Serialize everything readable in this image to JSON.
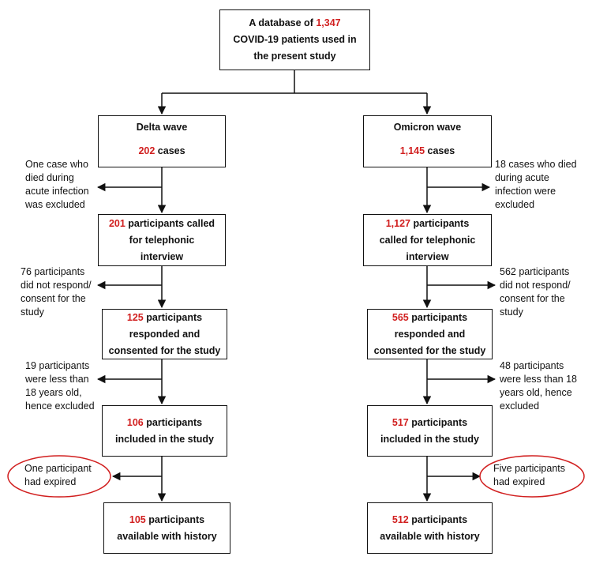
{
  "colors": {
    "highlight": "#d11f1f",
    "line": "#111111",
    "ellipse": "#d11f1f"
  },
  "top": {
    "pre": "A database of ",
    "num": "1,347",
    "line2": "COVID-19 patients used in",
    "line3": "the present study"
  },
  "delta": {
    "head": {
      "title": "Delta wave",
      "num": "202",
      "suffix": " cases"
    },
    "called": {
      "num": "201",
      "l1": " participants called",
      "l2": "for telephonic",
      "l3": "interview"
    },
    "responded": {
      "num": "125",
      "l1": " participants",
      "l2": "responded and",
      "l3": "consented for the study"
    },
    "included": {
      "num": "106",
      "l1": " participants",
      "l2": "included in the study"
    },
    "available": {
      "num": "105",
      "l1": " participants",
      "l2": "available with history"
    },
    "excl1": [
      "One case who",
      "died during",
      "acute infection",
      "was excluded"
    ],
    "excl2": [
      "76 participants",
      "did not respond/",
      "consent for the",
      "study"
    ],
    "excl3": [
      "19 participants",
      "were less than",
      "18 years old,",
      "hence excluded"
    ],
    "excl4": [
      "One participant",
      "had expired"
    ]
  },
  "omicron": {
    "head": {
      "title": "Omicron wave",
      "num": "1,145",
      "suffix": " cases"
    },
    "called": {
      "num": "1,127",
      "l1": " participants",
      "l2": "called for telephonic",
      "l3": "interview"
    },
    "responded": {
      "num": "565",
      "l1": " participants",
      "l2": "responded and",
      "l3": "consented for the study"
    },
    "included": {
      "num": "517",
      "l1": " participants",
      "l2": "included in the study"
    },
    "available": {
      "num": "512",
      "l1": " participants",
      "l2": "available with history"
    },
    "excl1": [
      "18 cases who died",
      "during acute",
      "infection were",
      "excluded"
    ],
    "excl2": [
      "562 participants",
      "did not respond/",
      "consent for the",
      "study"
    ],
    "excl3": [
      "48 participants",
      "were less than 18",
      "years old, hence",
      "excluded"
    ],
    "excl4": [
      "Five participants",
      "had expired"
    ]
  }
}
